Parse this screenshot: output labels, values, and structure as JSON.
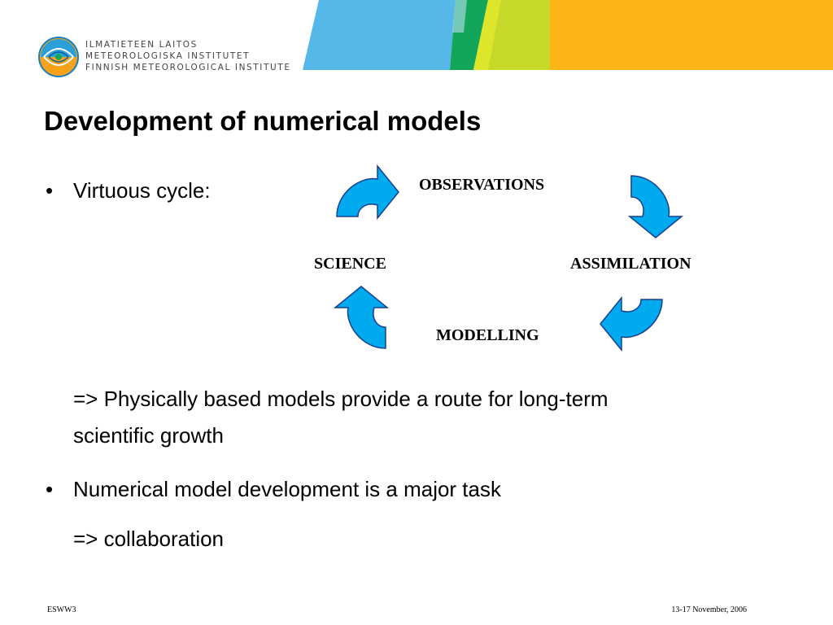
{
  "header": {
    "org_lines": [
      "ILMATIETEEN LAITOS",
      "METEOROLOGISKA INSTITUTET",
      "FINNISH METEOROLOGICAL INSTITUTE"
    ],
    "banner_colors": [
      "#55b8e8",
      "#2a9fd8",
      "#13a65a",
      "#b4d334",
      "#dde62a",
      "#fbb514"
    ]
  },
  "slide": {
    "title": "Development of numerical models",
    "bullets": [
      {
        "bullet": "•",
        "text": "Virtuous cycle:"
      },
      {
        "bullet": "",
        "text": "=> Physically based models provide a route for long-term"
      },
      {
        "bullet": "",
        "text": "scientific growth"
      },
      {
        "bullet": "•",
        "text": "Numerical model development is a major task"
      },
      {
        "bullet": "",
        "text": "=> collaboration"
      }
    ]
  },
  "cycle": {
    "observations": "OBSERVATIONS",
    "assimilation": "ASSIMILATION",
    "modelling": "MODELLING",
    "science": "SCIENCE",
    "arrow_color": "#00aaee"
  },
  "footer": {
    "left": "ESWW3",
    "right": "13-17 November, 2006"
  }
}
